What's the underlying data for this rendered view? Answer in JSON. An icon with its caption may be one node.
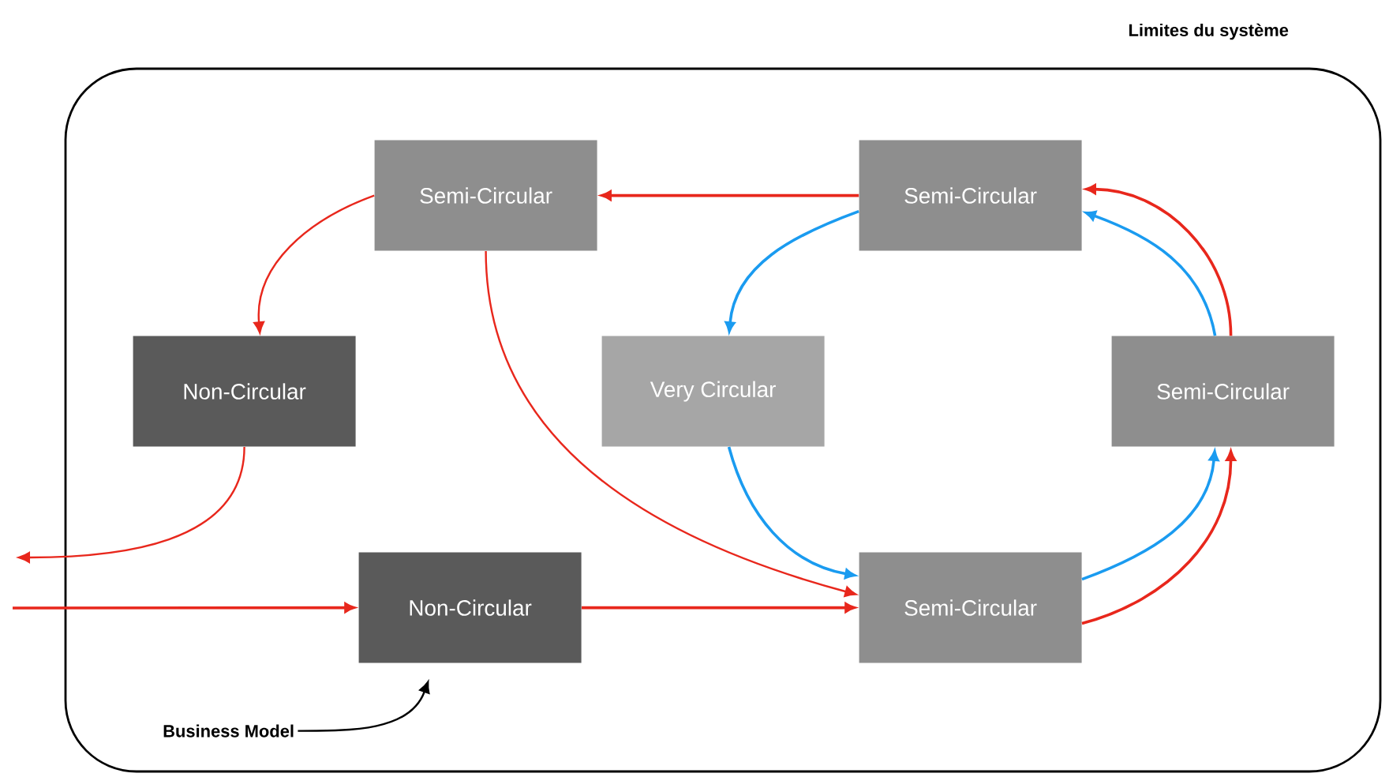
{
  "diagram": {
    "nodes": [
      {
        "text": [
          "Limites du système"
        ]
      },
      {
        "text": [
          "Semi-Circular"
        ],
        "in": 0
      },
      {
        "text": [
          "Semi-Circular"
        ],
        "in": 0
      },
      {
        "text": [
          "Non-Circular"
        ],
        "in": 0
      },
      {
        "text": [
          "Very Circular"
        ],
        "in": 0
      },
      {
        "text": [
          "Semi-Circular"
        ],
        "in": 0
      },
      {
        "text": [
          "Non-Circular"
        ],
        "in": 0
      },
      {
        "text": [
          "Semi-Circular"
        ],
        "in": 0
      },
      {
        "text": [
          "Business Model"
        ],
        "in": 0
      }
    ],
    "edges": [
      {
        "from": 2,
        "to": 1,
        "arrow": "to"
      },
      {
        "from": 1,
        "to": 3,
        "arrow": "to"
      },
      {
        "from": 1,
        "to": 7,
        "arrow": "to"
      },
      {
        "from": 3,
        "to": null,
        "arrow": "to"
      },
      {
        "from": null,
        "to": 6,
        "arrow": "to"
      },
      {
        "from": 6,
        "to": 7,
        "arrow": "to"
      },
      {
        "from": 7,
        "to": 5,
        "arrow": "to"
      },
      {
        "from": 5,
        "to": 2,
        "arrow": "to"
      },
      {
        "from": 2,
        "to": 4,
        "arrow": "to",
        "color": "#1a9bf0"
      },
      {
        "from": 4,
        "to": 7,
        "arrow": "to",
        "color": "#1a9bf0"
      },
      {
        "from": 7,
        "to": 5,
        "arrow": "to",
        "color": "#1a9bf0"
      },
      {
        "from": 5,
        "to": 2,
        "arrow": "to",
        "color": "#1a9bf0"
      },
      {
        "from": 8,
        "to": 6,
        "arrow": "to",
        "color": "#000000"
      }
    ]
  }
}
